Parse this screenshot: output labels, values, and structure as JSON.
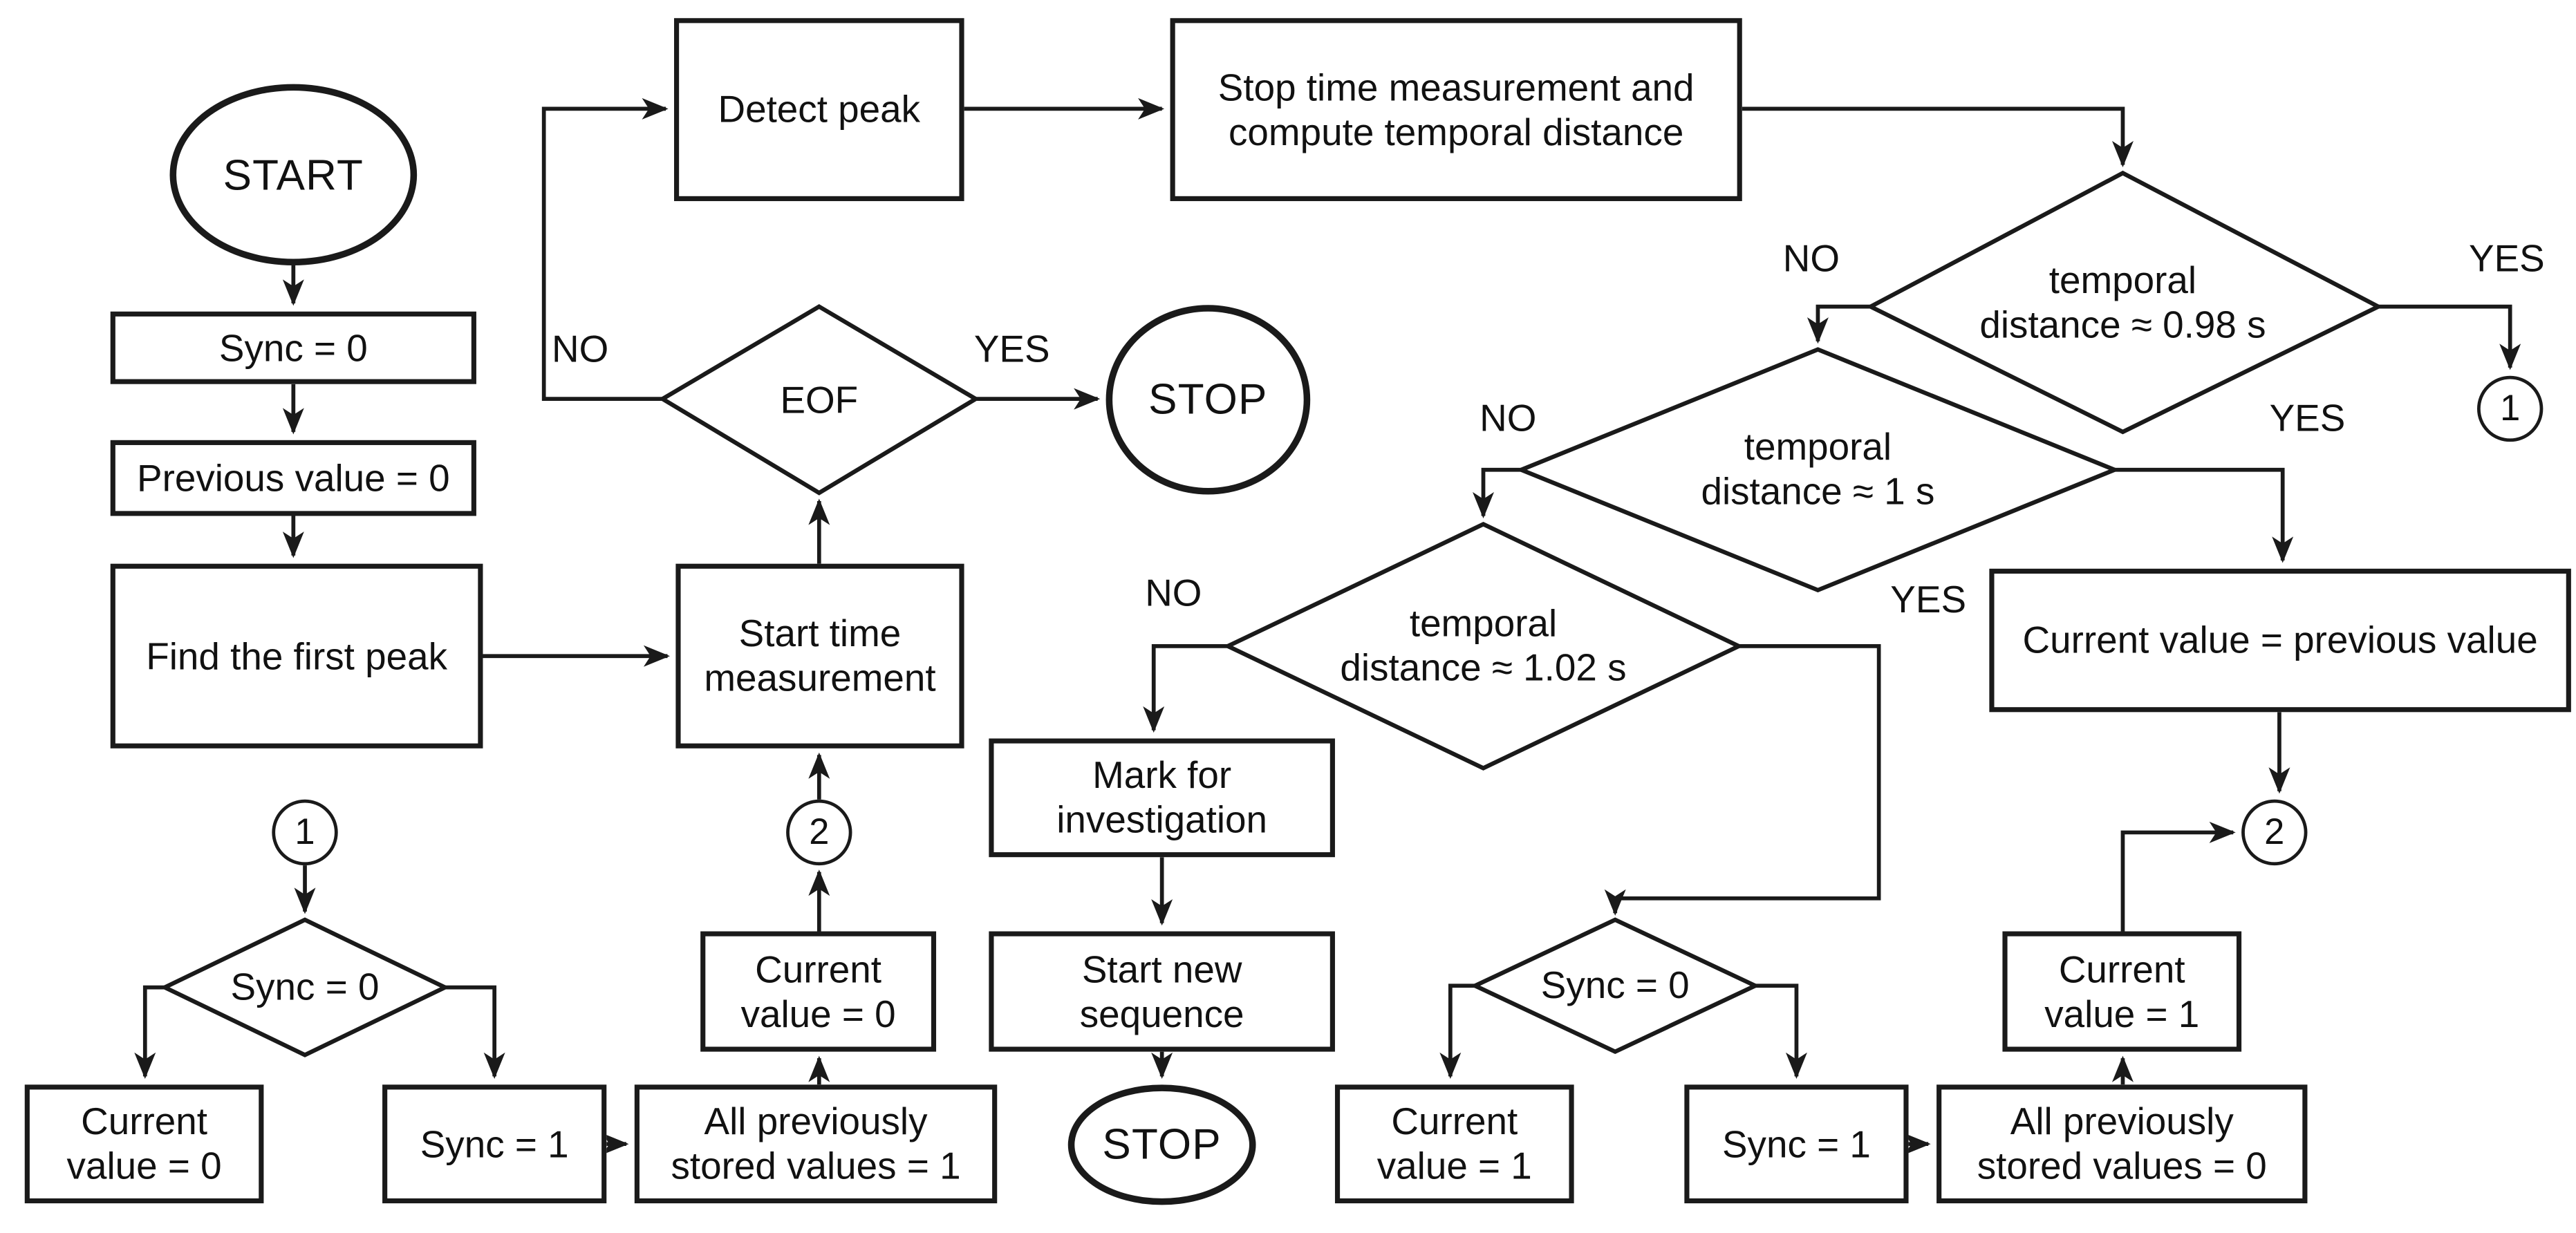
{
  "colors": {
    "background": "#ffffff",
    "line": "#1a1a1a",
    "text": "#111111"
  },
  "nodes": {
    "start": {
      "label": "START"
    },
    "sync0_init": {
      "label": "Sync = 0"
    },
    "prev0": {
      "label": "Previous value = 0"
    },
    "find_peak": {
      "label": "Find the first peak"
    },
    "detect_peak": {
      "label": "Detect peak"
    },
    "stop_compute": {
      "label": "Stop time measurement and\ncompute temporal distance"
    },
    "eof": {
      "label": "EOF"
    },
    "stop_top": {
      "label": "STOP"
    },
    "start_time": {
      "label": "Start time\nmeasurement"
    },
    "d098": {
      "label": "temporal\ndistance ≈ 0.98 s"
    },
    "d100": {
      "label": "temporal\ndistance ≈ 1 s"
    },
    "d102": {
      "label": "temporal\ndistance ≈ 1.02 s"
    },
    "curr_prev": {
      "label": "Current value = previous value"
    },
    "mark": {
      "label": "Mark for\ninvestigation"
    },
    "new_seq": {
      "label": "Start new\nsequence"
    },
    "stop_bottom": {
      "label": "STOP"
    },
    "sync0_left": {
      "label": "Sync = 0"
    },
    "cv0_left": {
      "label": "Current\nvalue = 0"
    },
    "sync1_left": {
      "label": "Sync = 1"
    },
    "apv1": {
      "label": "All previously\nstored values = 1"
    },
    "cv0_mid": {
      "label": "Current\nvalue = 0"
    },
    "sync0_right": {
      "label": "Sync = 0"
    },
    "cv1_bottom": {
      "label": "Current\nvalue = 1"
    },
    "sync1_right": {
      "label": "Sync = 1"
    },
    "apv0": {
      "label": "All previously\nstored values = 0"
    },
    "cv1_upper": {
      "label": "Current\nvalue = 1"
    },
    "conn1_left": {
      "label": "1"
    },
    "conn2_mid": {
      "label": "2"
    },
    "conn1_right": {
      "label": "1"
    },
    "conn2_right": {
      "label": "2"
    }
  },
  "edge_labels": {
    "eof_no": "NO",
    "eof_yes": "YES",
    "d098_no": "NO",
    "d098_yes": "YES",
    "d100_no": "NO",
    "d100_yes": "YES",
    "d102_no": "NO",
    "d102_yes": "YES"
  }
}
